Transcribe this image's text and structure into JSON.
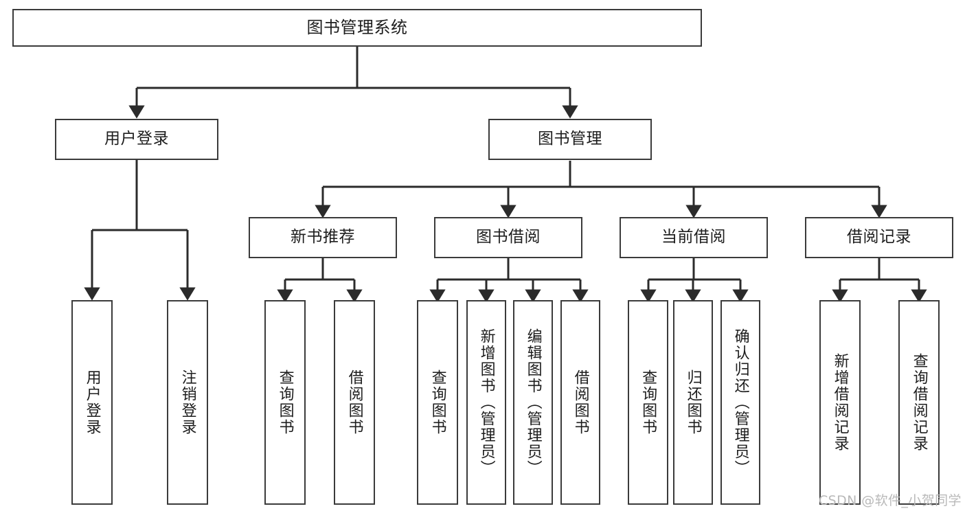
{
  "diagram": {
    "type": "tree-hierarchy-chart",
    "title_label": "图书管理系统",
    "watermark": "CSDN @软件_小贺同学",
    "colors": {
      "box_border": "#3a3a3a",
      "box_fill": "#ffffff",
      "edge": "#2b2b2b",
      "text": "#1d1d1d",
      "watermark": "#b9b9b9",
      "background": "#ffffff"
    },
    "levels": {
      "root": {
        "label": "图书管理系统"
      },
      "level2": [
        {
          "label": "用户登录"
        },
        {
          "label": "图书管理"
        }
      ],
      "level3": [
        {
          "label": "新书推荐"
        },
        {
          "label": "图书借阅"
        },
        {
          "label": "当前借阅"
        },
        {
          "label": "借阅记录"
        }
      ]
    },
    "groups": [
      {
        "parent": "用户登录",
        "leaves": [
          {
            "label": "用户登录"
          },
          {
            "label": "注销登录"
          }
        ]
      },
      {
        "parent": "新书推荐",
        "leaves": [
          {
            "label": "查询图书"
          },
          {
            "label": "借阅图书"
          }
        ]
      },
      {
        "parent": "图书借阅",
        "leaves": [
          {
            "label": "查询图书"
          },
          {
            "label": "新增图书（管理员）"
          },
          {
            "label": "编辑图书（管理员）"
          },
          {
            "label": "借阅图书"
          }
        ]
      },
      {
        "parent": "当前借阅",
        "leaves": [
          {
            "label": "查询图书"
          },
          {
            "label": "归还图书"
          },
          {
            "label": "确认归还（管理员）"
          }
        ]
      },
      {
        "parent": "借阅记录",
        "leaves": [
          {
            "label": "新增借阅记录"
          },
          {
            "label": "查询借阅记录"
          }
        ]
      }
    ],
    "nodes": {
      "root": "图书管理系统",
      "user_login": "用户登录",
      "book_manage": "图书管理",
      "new_book_rec": "新书推荐",
      "book_borrow": "图书借阅",
      "current_borrow": "当前借阅",
      "borrow_record": "借阅记录",
      "leaf_user_login": "用户登录",
      "leaf_logout": "注销登录",
      "leaf_query_book_a": "查询图书",
      "leaf_borrow_book_a": "借阅图书",
      "leaf_query_book_b": "查询图书",
      "leaf_add_book": "新增图书（管理员）",
      "leaf_edit_book": "编辑图书（管理员）",
      "leaf_borrow_book_b": "借阅图书",
      "leaf_query_book_c": "查询图书",
      "leaf_return_book": "归还图书",
      "leaf_confirm_return": "确认归还（管理员）",
      "leaf_add_record": "新增借阅记录",
      "leaf_query_record": "查询借阅记录"
    }
  }
}
